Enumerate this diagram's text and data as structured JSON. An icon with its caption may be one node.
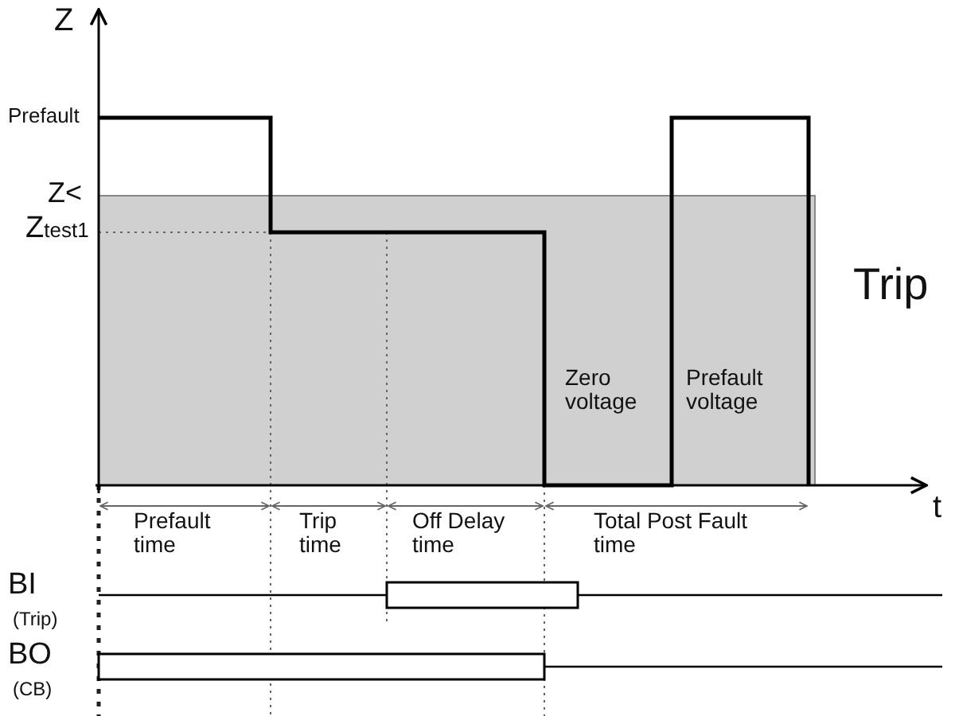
{
  "diagram": {
    "labels": [
      "Z",
      "Prefault",
      "Z<",
      "Z$_{test1}$",
      "Trip",
      "Zero voltage",
      "Prefault voltage",
      "t",
      "Prefault time",
      "Trip time",
      "Off Delay time",
      "Total Post Fault time",
      "BI",
      "(Trip)",
      "BO",
      "(CB)"
    ]
  }
}
